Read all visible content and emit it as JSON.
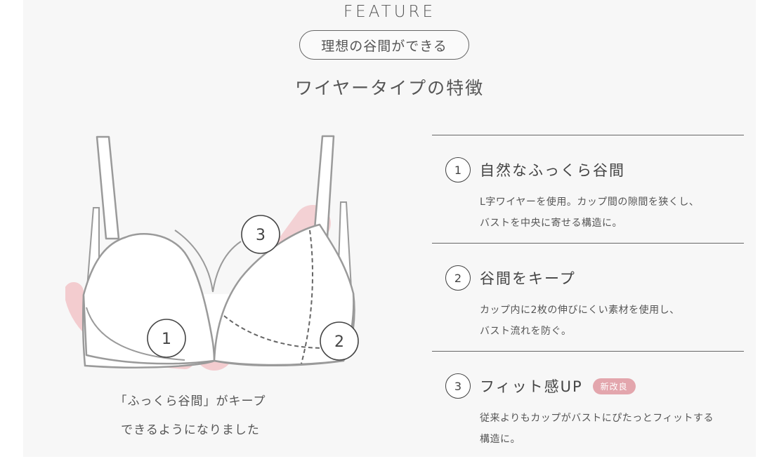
{
  "header": {
    "eyebrow": "FEATURE",
    "pill": "理想の谷間ができる",
    "headline": "ワイヤータイプの特徴"
  },
  "illustration": {
    "callouts": [
      "1",
      "2",
      "3"
    ],
    "caption_line1": "「ふっくら谷間」がキープ",
    "caption_line2": "できるようになりました",
    "colors": {
      "outline": "#9a9a9a",
      "highlight": "#f2c4c8",
      "dash": "#666666"
    }
  },
  "features": [
    {
      "num": "1",
      "title": "自然なふっくら谷間",
      "badge": "",
      "desc1": "L字ワイヤーを使用。カップ間の隙間を狭くし、",
      "desc2": "バストを中央に寄せる構造に。"
    },
    {
      "num": "2",
      "title": "谷間をキープ",
      "badge": "",
      "desc1": "カップ内に2枚の伸びにくい素材を使用し、",
      "desc2": "バスト流れを防ぐ。"
    },
    {
      "num": "3",
      "title": "フィット感UP",
      "badge": "新改良",
      "desc1": "従来よりもカップがバストにぴたっとフィットする",
      "desc2": "構造に。"
    }
  ],
  "colors": {
    "badge": "#e3a6ad",
    "rule": "#666666",
    "panel": "#f7f7f7"
  }
}
